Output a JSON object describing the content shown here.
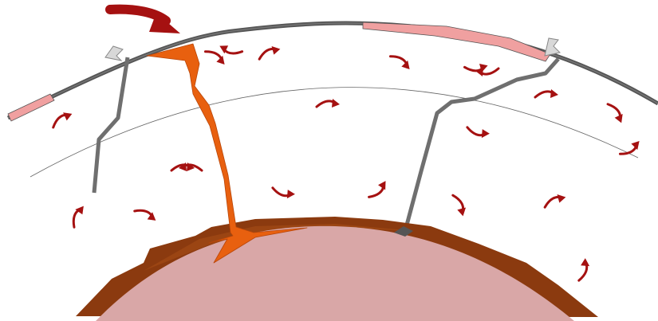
{
  "colors": {
    "background": "#ffffff",
    "core": "#d9a7a7",
    "core_boundary_layer": "#8b3a0f",
    "plume": "#e8600f",
    "slab": "#6f6f6f",
    "crust": "#555555",
    "continental_crust": "#f0a0a0",
    "transition_line": "#666666",
    "convection_arrow": "#a51111",
    "large_arrow": "#a51111",
    "volcano_icon": "#d8d8d8"
  },
  "convection_arrows": [
    {
      "direction": "clockwise"
    },
    {
      "direction": "clockwise"
    },
    {
      "direction": "clockwise"
    },
    {
      "direction": "counterclockwise"
    },
    {
      "direction": "clockwise"
    },
    {
      "direction": "clockwise"
    },
    {
      "direction": "counterclockwise"
    },
    {
      "direction": "clockwise"
    },
    {
      "direction": "clockwise"
    },
    {
      "direction": "counterclockwise"
    },
    {
      "direction": "clockwise"
    },
    {
      "direction": "counterclockwise"
    },
    {
      "direction": "counterclockwise"
    },
    {
      "direction": "clockwise"
    },
    {
      "direction": "clockwise"
    },
    {
      "direction": "clockwise"
    },
    {
      "direction": "clockwise"
    },
    {
      "direction": "counterclockwise"
    },
    {
      "direction": "clockwise"
    },
    {
      "direction": "clockwise"
    },
    {
      "direction": "counterclockwise"
    }
  ]
}
